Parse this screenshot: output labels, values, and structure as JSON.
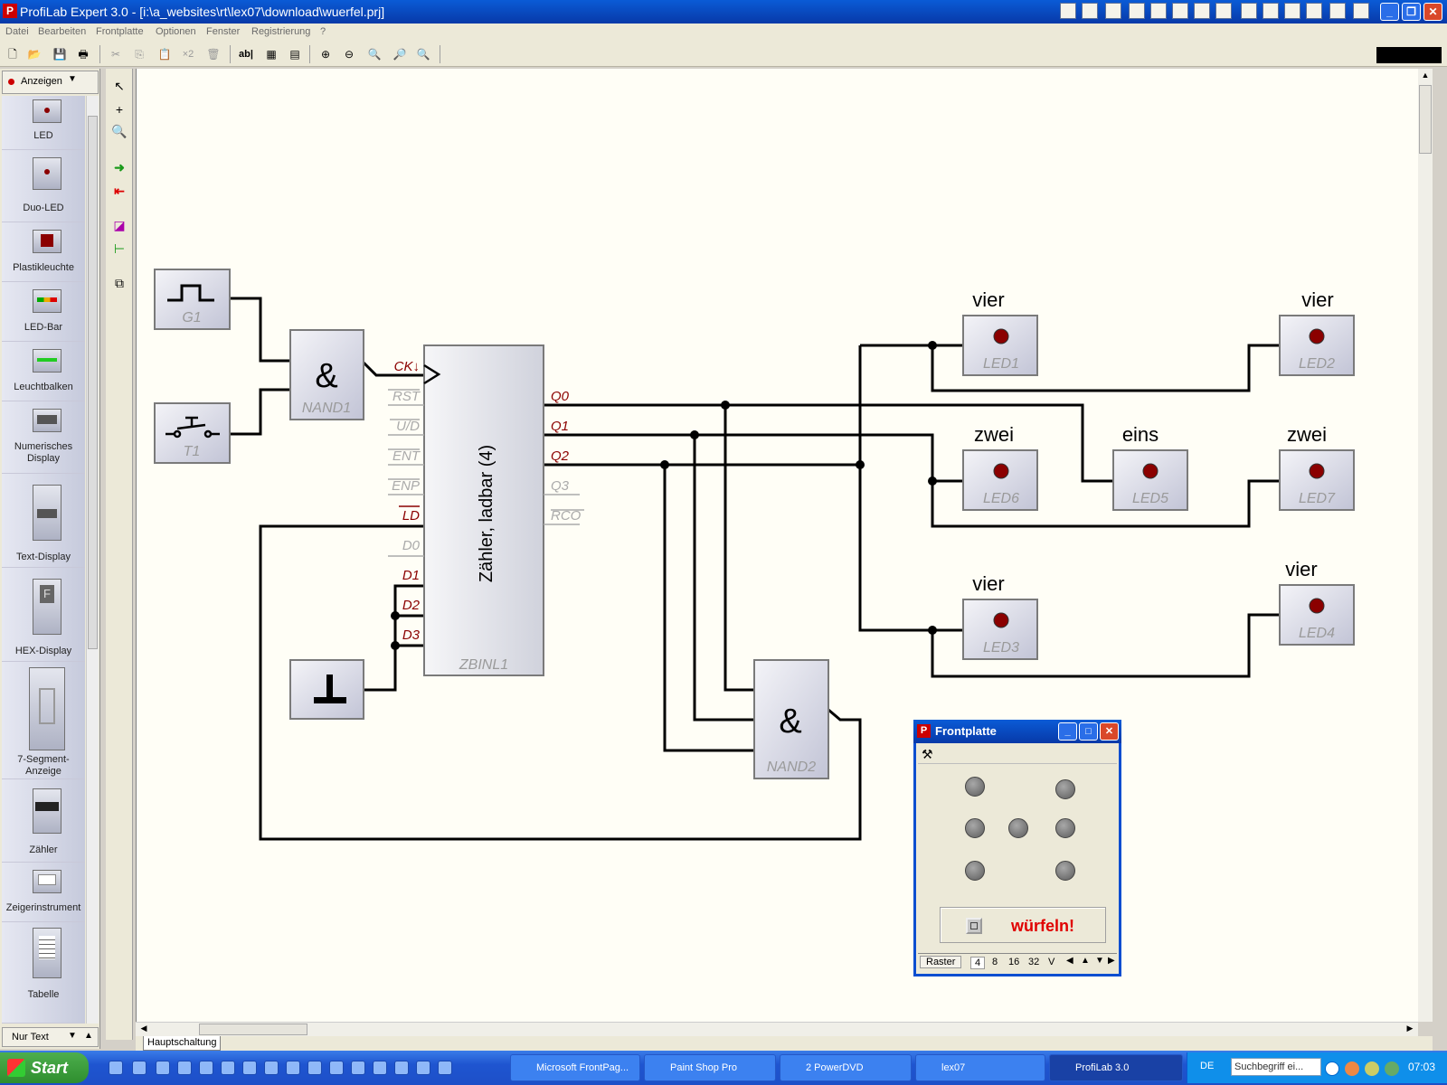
{
  "window": {
    "title": "ProfiLab Expert 3.0 - [i:\\a_websites\\rt\\lex07\\download\\wuerfel.prj]"
  },
  "menu": [
    "Datei",
    "Bearbeiten",
    "Frontplatte",
    "Optionen",
    "Fenster",
    "Registrierung",
    "?"
  ],
  "toolbar": {
    "x2_label": "×2",
    "text_label": "ab|"
  },
  "palette": {
    "category": "Anzeigen",
    "footer": "Nur Text",
    "items": [
      {
        "label": "LED",
        "thumb": "LED0"
      },
      {
        "label": "Duo-LED",
        "thumb": "DLED0"
      },
      {
        "label": "Plastikleuchte",
        "thumb": "L40"
      },
      {
        "label": "LED-Bar",
        "thumb": "LB0"
      },
      {
        "label": "Leuchtbalken",
        "thumb": "LB0"
      },
      {
        "label": "Numerisches Display",
        "thumb": "ND0"
      },
      {
        "label": "Text-Display",
        "thumb": "TD0"
      },
      {
        "label": "HEX-Display",
        "thumb": "HD0"
      },
      {
        "label": "7-Segment-Anzeige",
        "thumb": "7Seg0"
      },
      {
        "label": "Zähler",
        "thumb": "CO0"
      },
      {
        "label": "Zeigerinstrument",
        "thumb": "IM0"
      },
      {
        "label": "Tabelle",
        "thumb": "TAB0"
      }
    ]
  },
  "circuit": {
    "generator": "G1",
    "switch": "T1",
    "nand1": {
      "symbol": "&",
      "label": "NAND1"
    },
    "nand2": {
      "symbol": "&",
      "label": "NAND2"
    },
    "counter": {
      "title": "Zähler, ladbar (4)",
      "label": "ZBINL1",
      "inputs": [
        "CK↓",
        "RST",
        "U/D",
        "ENT",
        "ENP",
        "LD",
        "D0",
        "D1",
        "D2",
        "D3"
      ],
      "outputs": [
        "Q0",
        "Q1",
        "Q2",
        "Q3",
        "RCO"
      ]
    },
    "leds": [
      {
        "id": "LED1",
        "caption": "vier"
      },
      {
        "id": "LED2",
        "caption": "vier"
      },
      {
        "id": "LED6",
        "caption": "zwei"
      },
      {
        "id": "LED5",
        "caption": "eins"
      },
      {
        "id": "LED7",
        "caption": "zwei"
      },
      {
        "id": "LED3",
        "caption": "vier"
      },
      {
        "id": "LED4",
        "caption": "vier"
      }
    ]
  },
  "frontplatte": {
    "title": "Frontplatte",
    "button_text": "würfeln!",
    "raster_label": "Raster",
    "raster_options": [
      "4",
      "8",
      "16",
      "32",
      "V"
    ]
  },
  "sheet_tab": "Hauptschaltung",
  "taskbar": {
    "start": "Start",
    "tasks": [
      "Microsoft FrontPag...",
      "Paint Shop Pro",
      "2 PowerDVD",
      "lex07",
      "ProfiLab 3.0"
    ],
    "lang": "DE",
    "search_placeholder": "Suchbegriff ei...",
    "clock": "07:03"
  },
  "colors": {
    "title_blue": "#0a5bd6",
    "led_red": "#8b0000",
    "pin_active": "#8b0000",
    "pin_inactive": "#aaaaaa",
    "wuerfeln_red": "#e00000"
  }
}
